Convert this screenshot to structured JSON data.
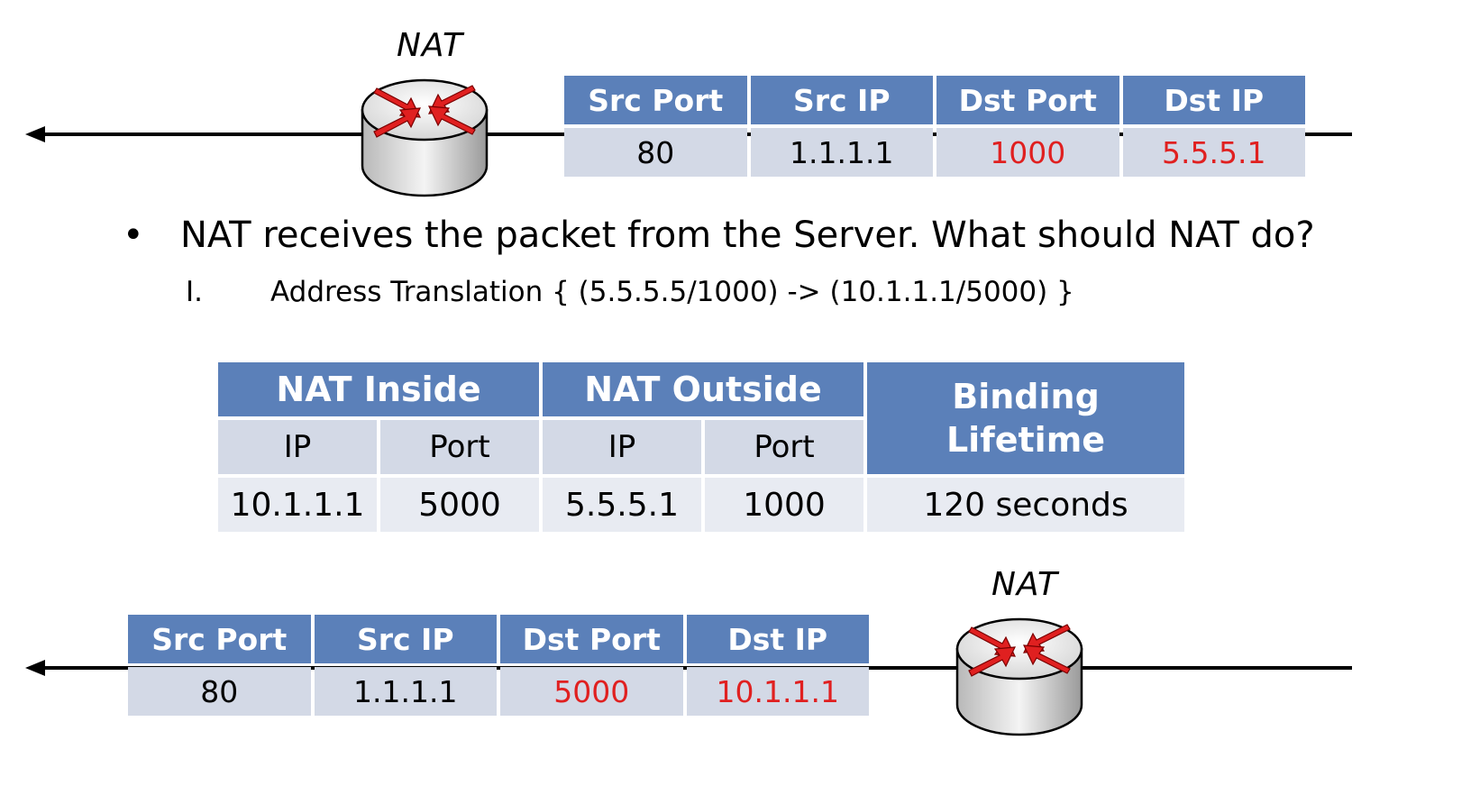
{
  "router_label": "NAT",
  "top_packet": {
    "headers": [
      "Src Port",
      "Src IP",
      "Dst Port",
      "Dst IP"
    ],
    "values": [
      "80",
      "1.1.1.1",
      "1000",
      "5.5.5.1"
    ],
    "highlight": [
      false,
      false,
      true,
      true
    ]
  },
  "question": {
    "bullet": "•",
    "text": "NAT receives the packet from the Server. What should NAT do?"
  },
  "step": {
    "marker": "I.",
    "text": "Address Translation { (5.5.5.5/1000) -> (10.1.1.1/5000) }"
  },
  "binding_table": {
    "group_inside": "NAT Inside",
    "group_outside": "NAT Outside",
    "lifetime_header": "Binding Lifetime",
    "sub_ip": "IP",
    "sub_port": "Port",
    "row": [
      "10.1.1.1",
      "5000",
      "5.5.5.1",
      "1000",
      "120 seconds"
    ]
  },
  "bottom_packet": {
    "headers": [
      "Src Port",
      "Src IP",
      "Dst Port",
      "Dst IP"
    ],
    "values": [
      "80",
      "1.1.1.1",
      "5000",
      "10.1.1.1"
    ],
    "highlight": [
      false,
      false,
      true,
      true
    ]
  },
  "colors": {
    "header_bg": "#5b80b9",
    "cell_bg": "#d3d9e6",
    "highlight_text": "#e02020",
    "router_arrow": "#e02020"
  }
}
